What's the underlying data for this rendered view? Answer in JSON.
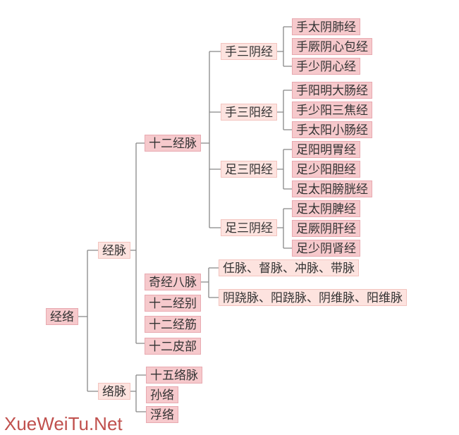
{
  "root": "经络",
  "jingmai": {
    "label": "经脉",
    "shier_jingmai": {
      "label": "十二经脉",
      "groups": [
        {
          "label": "手三阴经",
          "items": [
            "手太阴肺经",
            "手厥阴心包经",
            "手少阴心经"
          ]
        },
        {
          "label": "手三阳经",
          "items": [
            "手阳明大肠经",
            "手少阳三焦经",
            "手太阳小肠经"
          ]
        },
        {
          "label": "足三阳经",
          "items": [
            "足阳明胃经",
            "足少阳胆经",
            "足太阳膀胱经"
          ]
        },
        {
          "label": "足三阴经",
          "items": [
            "足太阴脾经",
            "足厥阴肝经",
            "足少阴肾经"
          ]
        }
      ]
    },
    "qijing": {
      "label": "奇经八脉",
      "items": [
        "任脉、督脉、冲脉、带脉",
        "阴跷脉、阳跷脉、阴维脉、阳维脉"
      ]
    },
    "others": [
      "十二经别",
      "十二经筋",
      "十二皮部"
    ]
  },
  "luomai": {
    "label": "络脉",
    "items": [
      "十五络脉",
      "孙络",
      "浮络"
    ]
  },
  "watermark": "XueWeiTu.Net"
}
